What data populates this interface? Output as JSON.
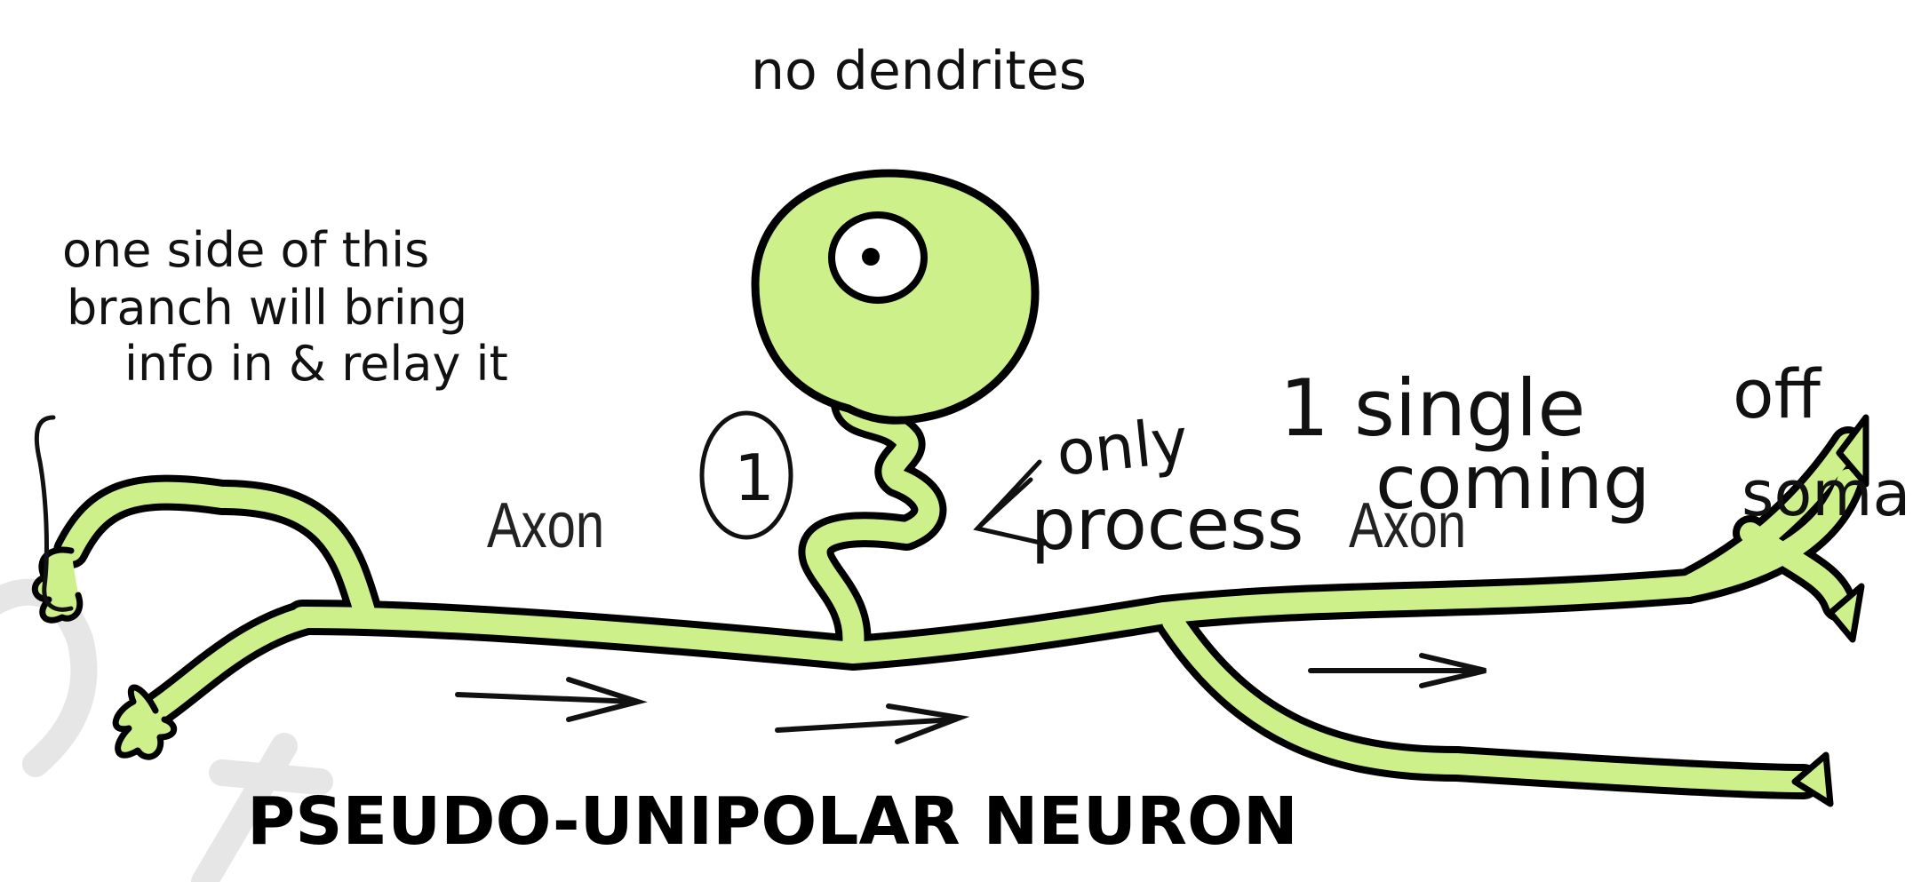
{
  "diagram": {
    "title": "PSEUDO-UNIPOLAR NEURON",
    "labels": {
      "axon_left": "Axon",
      "axon_right": "Axon"
    },
    "handwritten_notes": {
      "top": "no dendrites",
      "left_line1": "one side of this",
      "left_line2": "branch will bring",
      "left_line3": "info in & relay it",
      "circled_number": "1",
      "process_line1_a": "only",
      "process_line1_b": "1 single",
      "process_line1_c": "off",
      "process_line2_a": "process",
      "process_line2_b": "coming",
      "process_line2_c": "soma"
    },
    "colors": {
      "neuron_fill": "#cdf08a",
      "outline": "#000000",
      "watermark": "#e6e6e6"
    }
  }
}
